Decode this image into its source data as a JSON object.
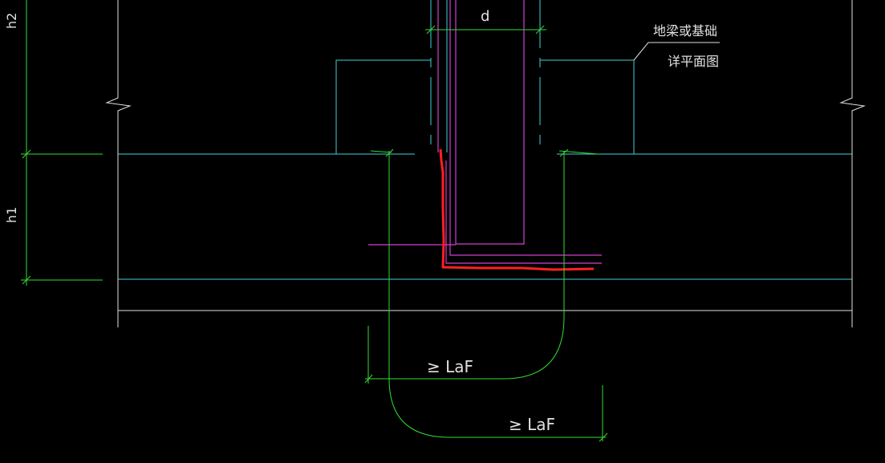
{
  "drawing": {
    "background": "#000000",
    "colors": {
      "concrete_outline": "#3fd0d8",
      "dimension": "#33dd33",
      "rebar_magenta": "#d040d0",
      "rebar_red": "#ff2020",
      "white_line": "#e0e0e0"
    },
    "labels": {
      "h2": "h2",
      "h1": "h1",
      "d": "d",
      "la_upper": "≥ LaF",
      "la_lower": "≥ LaF",
      "callout_line1": "地梁或基础",
      "callout_line2": "详平面图"
    }
  }
}
